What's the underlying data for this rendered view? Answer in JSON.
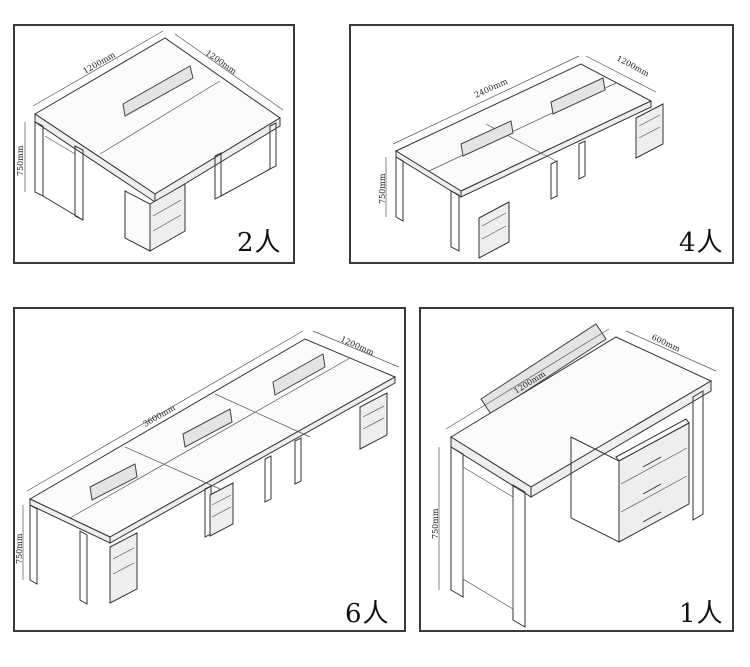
{
  "panels": {
    "two_person": {
      "label": "2人",
      "dims": {
        "width": "1200mm",
        "depth": "1200mm",
        "height": "750mm"
      }
    },
    "four_person": {
      "label": "4人",
      "dims": {
        "width": "2400mm",
        "depth": "1200mm",
        "height": "750mm"
      }
    },
    "six_person": {
      "label": "6人",
      "dims": {
        "width": "3600mm",
        "depth": "1200mm",
        "height": "750mm"
      }
    },
    "one_person": {
      "label": "1人",
      "dims": {
        "width": "1200mm",
        "depth": "600mm",
        "height": "750mm"
      }
    }
  }
}
